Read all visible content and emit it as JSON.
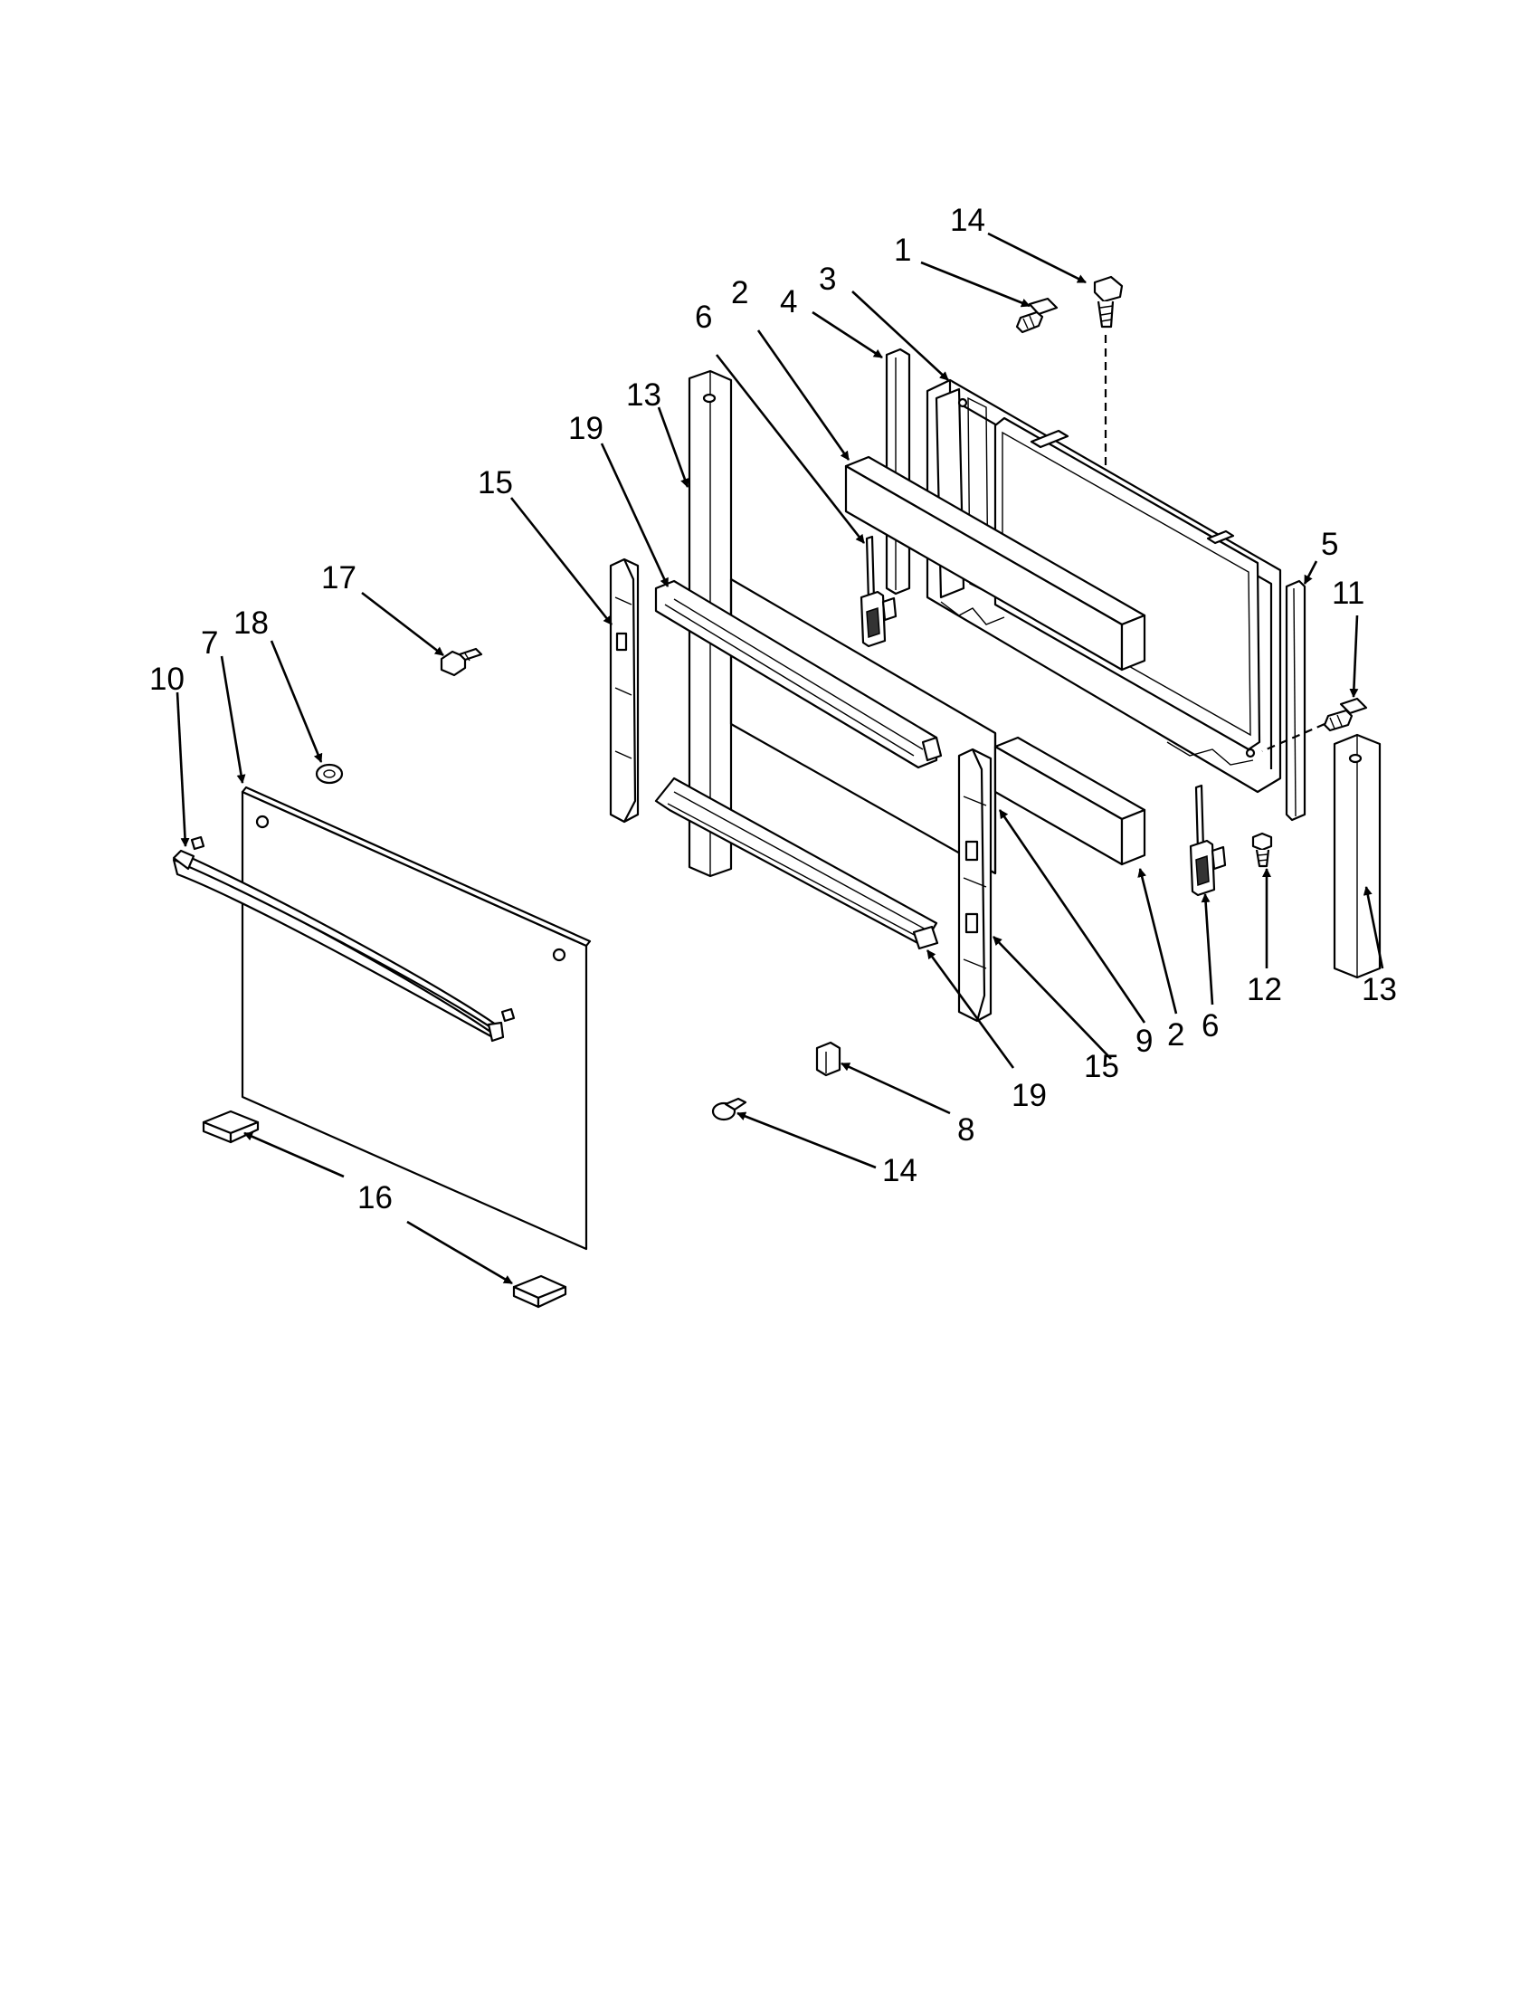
{
  "diagram": {
    "colors": {
      "line": "#000000",
      "background": "#ffffff"
    },
    "callouts": [
      {
        "id": "c14-top",
        "text": "14"
      },
      {
        "id": "c1",
        "text": "1"
      },
      {
        "id": "c3",
        "text": "3"
      },
      {
        "id": "c4",
        "text": "4"
      },
      {
        "id": "c2-top",
        "text": "2"
      },
      {
        "id": "c6-top",
        "text": "6"
      },
      {
        "id": "c13-top",
        "text": "13"
      },
      {
        "id": "c19-top",
        "text": "19"
      },
      {
        "id": "c15-top",
        "text": "15"
      },
      {
        "id": "c17",
        "text": "17"
      },
      {
        "id": "c18",
        "text": "18"
      },
      {
        "id": "c7",
        "text": "7"
      },
      {
        "id": "c10",
        "text": "10"
      },
      {
        "id": "c5",
        "text": "5"
      },
      {
        "id": "c11",
        "text": "11"
      },
      {
        "id": "c12",
        "text": "12"
      },
      {
        "id": "c13-bottom",
        "text": "13"
      },
      {
        "id": "c6-bottom",
        "text": "6"
      },
      {
        "id": "c2-bottom",
        "text": "2"
      },
      {
        "id": "c9",
        "text": "9"
      },
      {
        "id": "c15-bottom",
        "text": "15"
      },
      {
        "id": "c19-bottom",
        "text": "19"
      },
      {
        "id": "c8",
        "text": "8"
      },
      {
        "id": "c14-bottom",
        "text": "14"
      },
      {
        "id": "c16",
        "text": "16"
      }
    ]
  }
}
